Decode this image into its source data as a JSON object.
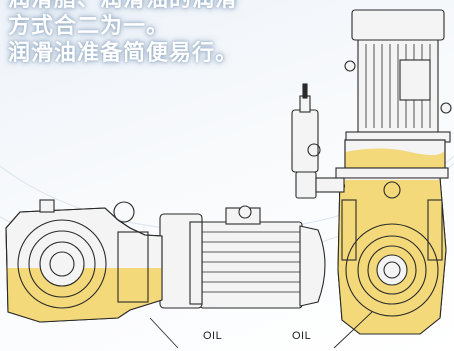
{
  "headline": {
    "line1": "润滑脂、润滑油的润滑",
    "line2": "方式合二为一。",
    "line3": "润滑油准备简便易行。"
  },
  "oil_labels": {
    "left": "OIL",
    "right": "OIL"
  },
  "colors": {
    "oil_fill": "#f3d979",
    "metal_light": "#f4f4f4",
    "outline": "#2a2a2a",
    "background": "#eef3f9"
  },
  "illustration": {
    "left_unit": "horizontal-gear-motor",
    "right_unit": "vertical-gear-motor",
    "left_oil_level_fraction": 0.45,
    "right_oil_level_fraction": 0.9
  }
}
